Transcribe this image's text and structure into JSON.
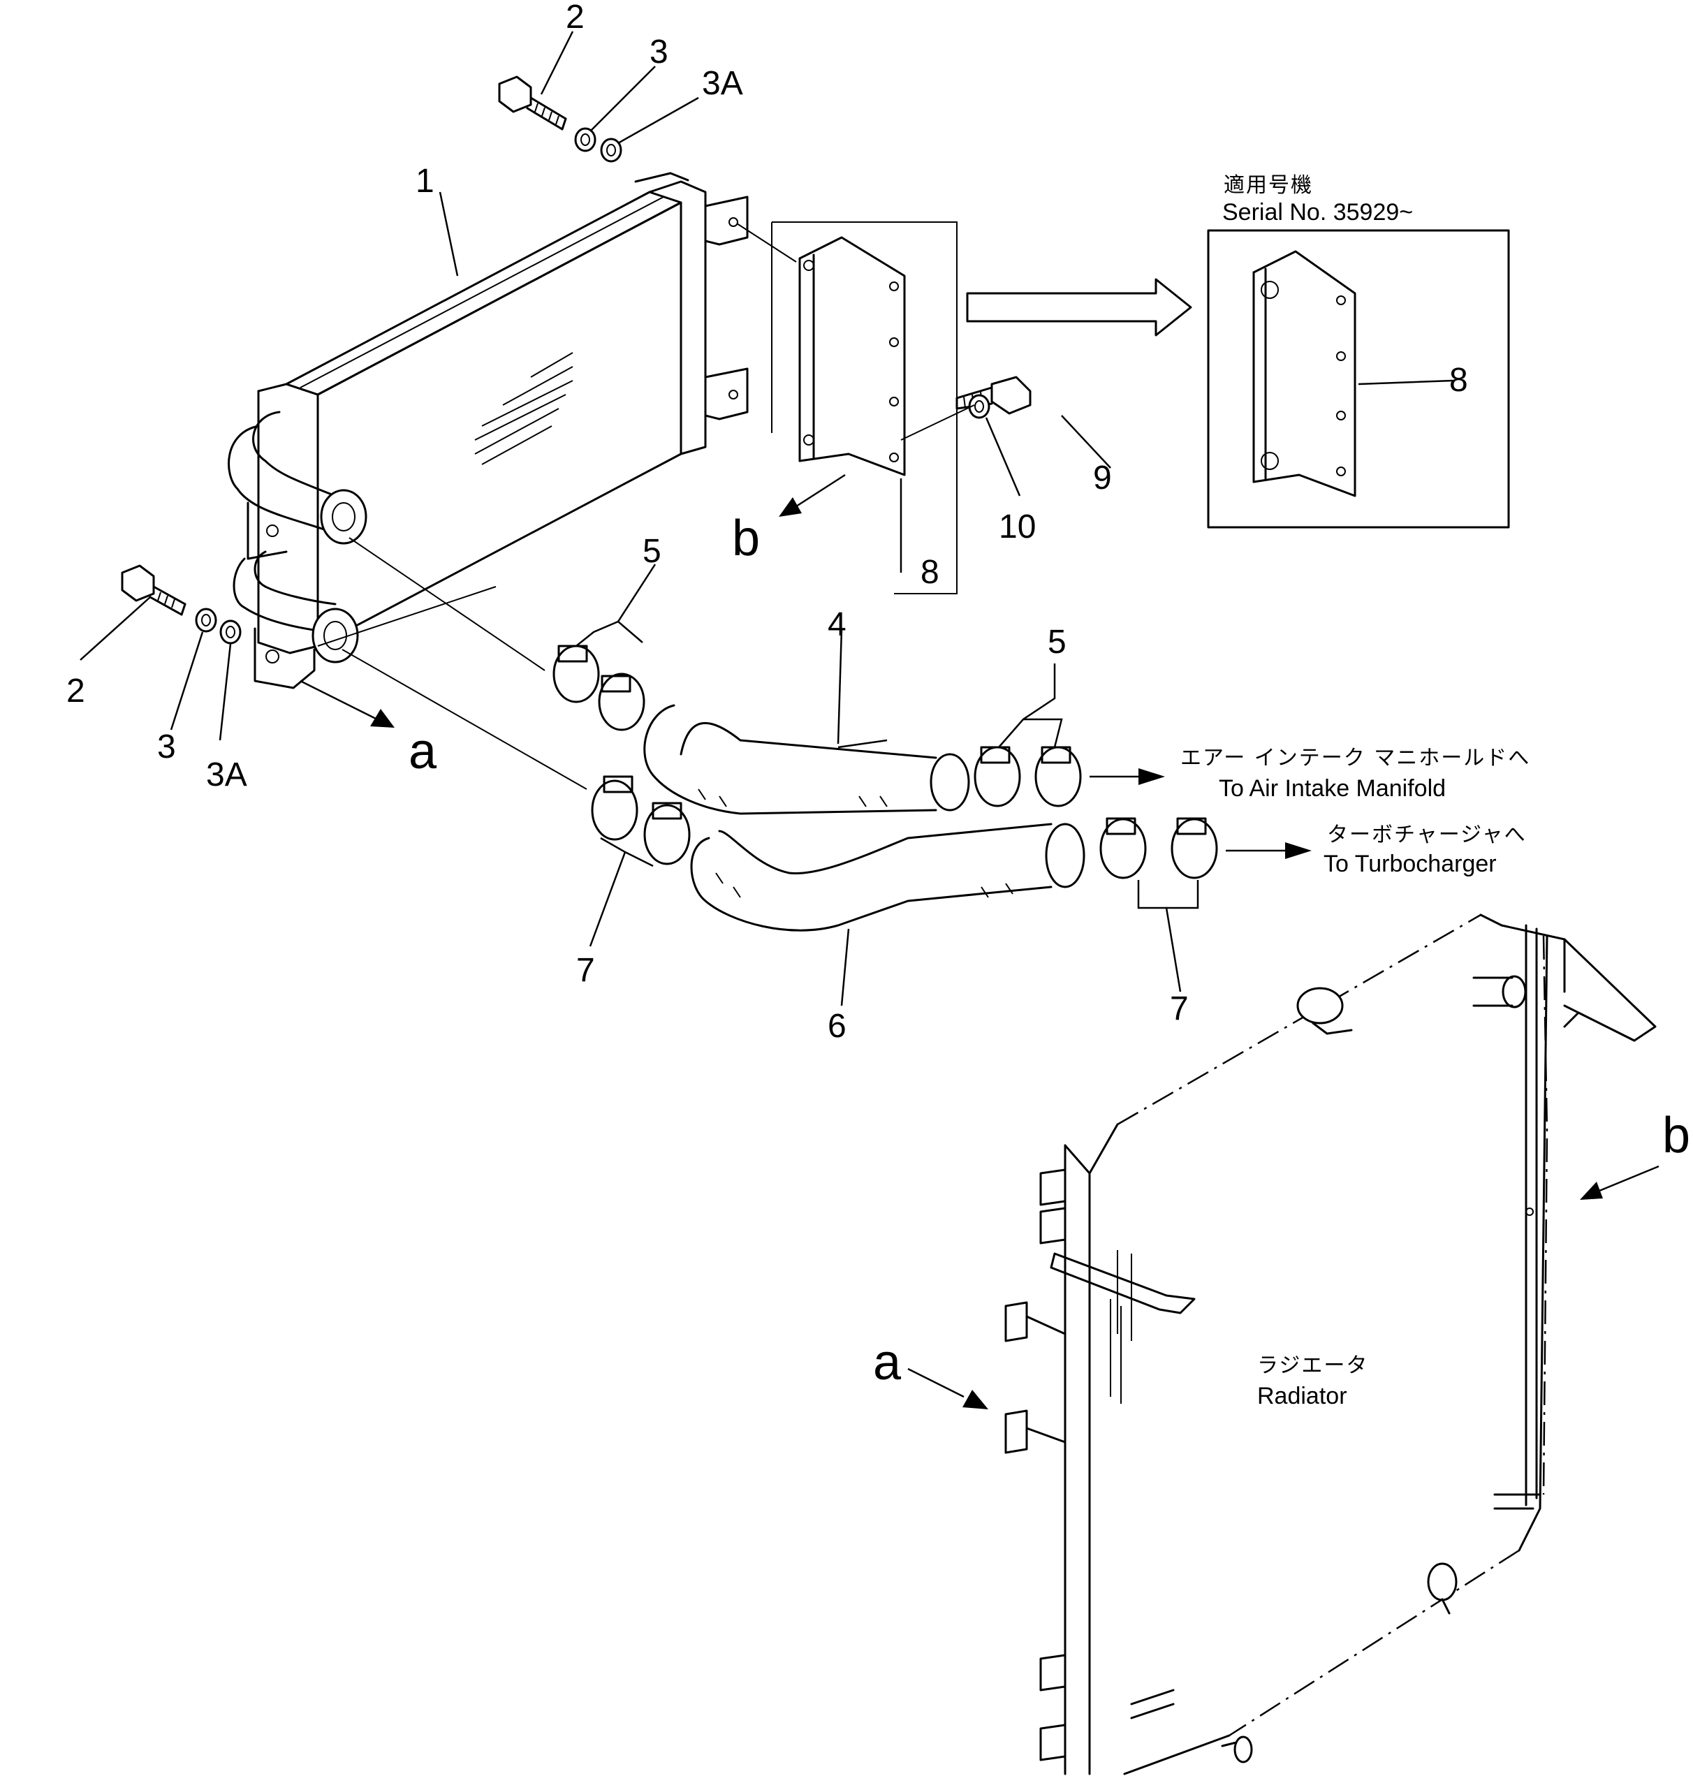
{
  "callouts": {
    "n1": "1",
    "n2_top": "2",
    "n3_top": "3",
    "n3a_top": "3A",
    "n2_left": "2",
    "n3_left": "3",
    "n3a_left": "3A",
    "n4": "4",
    "n5_left": "5",
    "n5_right": "5",
    "n6": "6",
    "n7_left": "7",
    "n7_right": "7",
    "n8_mid": "8",
    "n8_box": "8",
    "n9": "9",
    "n10": "10",
    "a_top": "a",
    "a_bottom": "a",
    "b_top": "b",
    "b_right": "b"
  },
  "serial": {
    "jp": "適用号機",
    "en": "Serial No. 35929~"
  },
  "destinations": {
    "air_intake_jp": "エアー インテーク マニホールドへ",
    "air_intake_en": "To Air Intake Manifold",
    "turbo_jp": "ターボチャージャへ",
    "turbo_en": "To Turbocharger"
  },
  "radiator": {
    "jp": "ラジエータ",
    "en": "Radiator"
  }
}
